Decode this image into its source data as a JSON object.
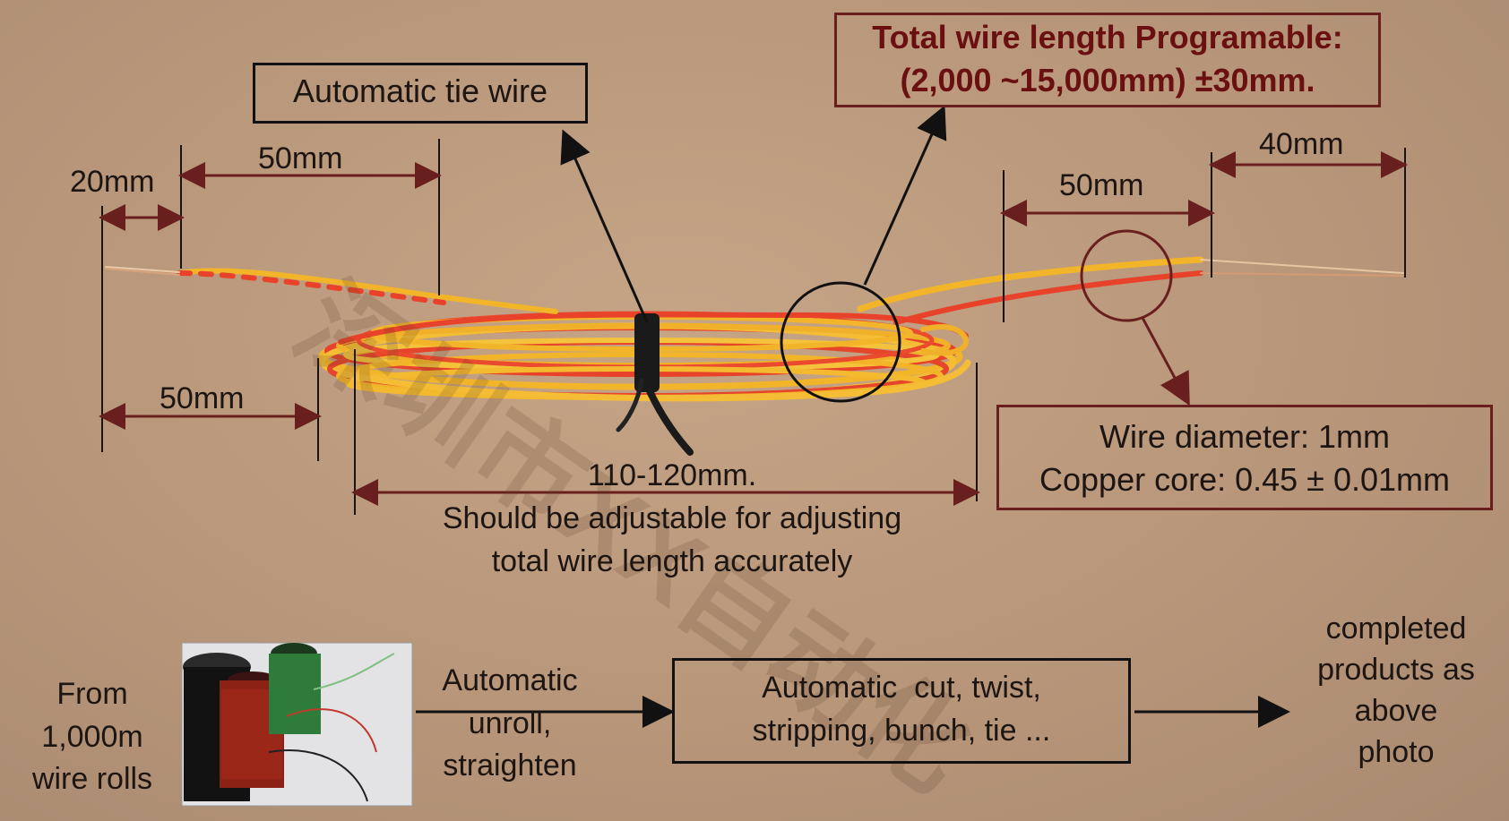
{
  "labels": {
    "tie_wire": "Automatic tie wire",
    "total_length_line1": "Total wire length Programable:",
    "total_length_line2": "(2,000 ~15,000mm) ±30mm.",
    "left_strip": "20mm",
    "left_twist": "50mm",
    "left_tail": "50mm",
    "right_pair": "50mm",
    "right_strip": "40mm",
    "bunch_length": "110-120mm.",
    "bunch_note_line1": "Should be adjustable for adjusting",
    "bunch_note_line2": "total wire length accurately",
    "wire_diameter": "Wire diameter: 1mm",
    "copper_core": "Copper core: 0.45 ± 0.01mm"
  },
  "process": {
    "source": [
      "From",
      "1,000m",
      "wire rolls"
    ],
    "step1": [
      "Automatic",
      "unroll,",
      "straighten"
    ],
    "step2": [
      "Automatic  cut, twist,",
      "stripping, bunch, tie ..."
    ],
    "result": [
      "completed",
      "products as",
      "above",
      "photo"
    ]
  },
  "watermark": "深圳市XX自动化",
  "colors": {
    "background": "#b8967a",
    "dimension_line": "#6a1f1f",
    "title_red": "#6a1010",
    "wire_yellow": "#f2b52a",
    "wire_red": "#e8432a"
  }
}
